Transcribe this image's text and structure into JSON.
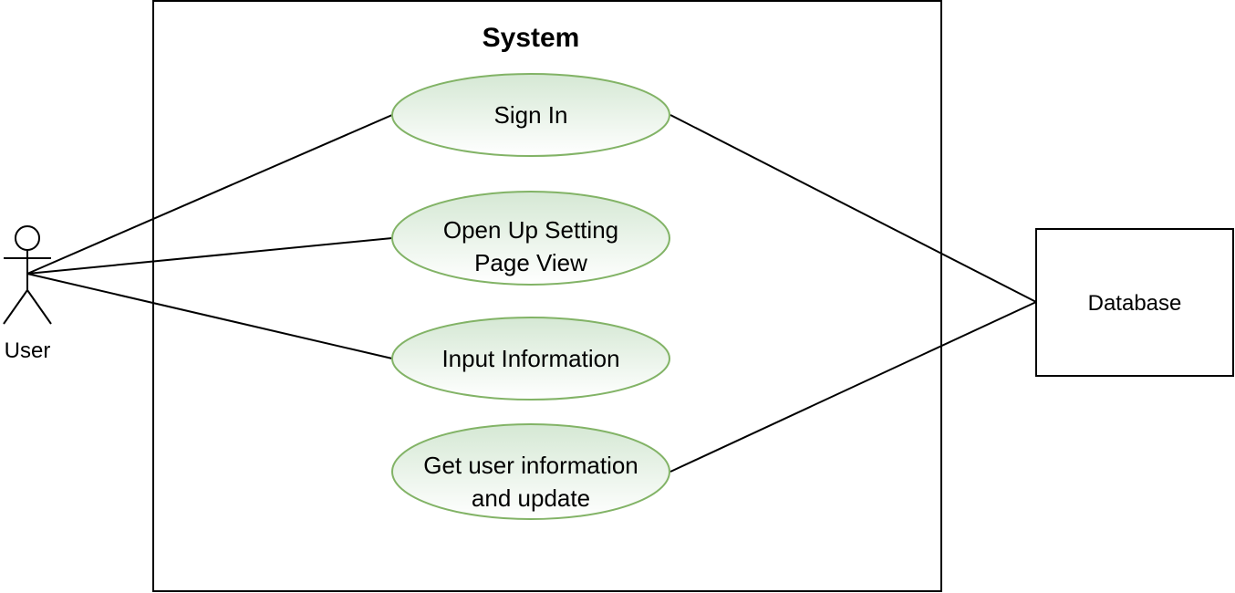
{
  "system": {
    "title": "System"
  },
  "actor": {
    "label": "User",
    "icon": "stick-figure-icon"
  },
  "use_cases": [
    {
      "lines": [
        "Sign In"
      ]
    },
    {
      "lines": [
        "Open Up Setting",
        "Page View"
      ]
    },
    {
      "lines": [
        "Input Information"
      ]
    },
    {
      "lines": [
        "Get user information",
        "and update"
      ]
    }
  ],
  "external": {
    "label": "Database"
  },
  "colors": {
    "ellipse_stroke": "#82b366",
    "ellipse_fill_top": "#d5e8d4",
    "ellipse_fill_bottom": "#ffffff",
    "line": "#000000"
  }
}
